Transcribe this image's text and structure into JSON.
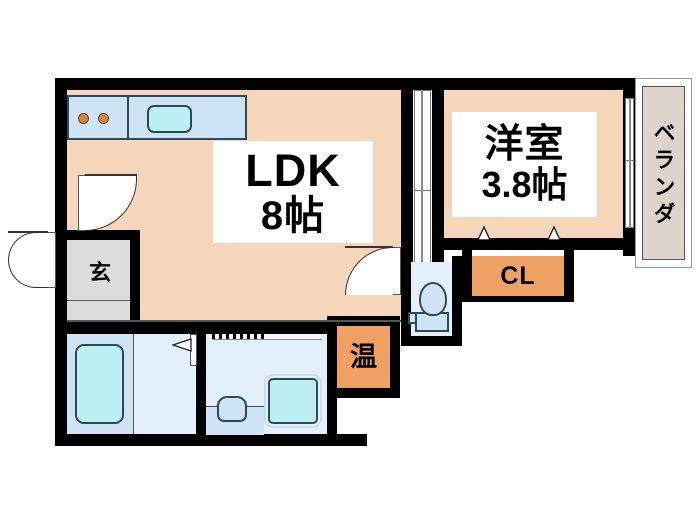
{
  "plan": {
    "title": "apartment-floor-plan",
    "rooms": [
      {
        "key": "ldk",
        "name_line1": "LDK",
        "name_line2": "8帖",
        "type": "living-dining-kitchen"
      },
      {
        "key": "bedroom",
        "name_line1": "洋室",
        "name_line2": "3.8帖",
        "type": "western-room"
      },
      {
        "key": "closet",
        "label": "CL",
        "type": "closet"
      },
      {
        "key": "genkan",
        "label": "玄",
        "type": "entrance"
      },
      {
        "key": "onsen",
        "label": "温",
        "type": "water-heater"
      },
      {
        "key": "veranda",
        "label": "ベランダ",
        "type": "balcony"
      }
    ],
    "colors": {
      "ldk_floor": "#f6d6ba",
      "wet_floor": "#e3f0fb",
      "water_fixture": "#cfe4f7",
      "tub_inner": "#bdf0f5",
      "entrance_floor": "#dcdcdc",
      "closet_fill": "#efa063",
      "veranda_fill": "#ddd5cc",
      "wall": "#000000",
      "burner": "#d4873a"
    },
    "fixtures": [
      {
        "name": "stove",
        "burners": 2
      },
      {
        "name": "kitchen-sink"
      },
      {
        "name": "bathtub"
      },
      {
        "name": "washbasin"
      },
      {
        "name": "washing-machine-pan"
      },
      {
        "name": "toilet"
      }
    ]
  }
}
